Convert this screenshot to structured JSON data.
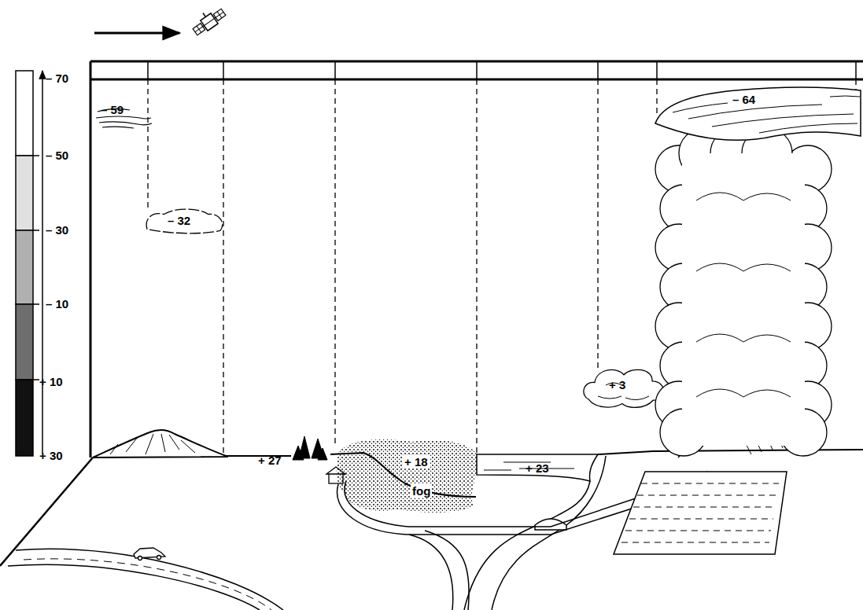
{
  "diagram": {
    "nodes": [
      {
        "text": [
          "– 32"
        ]
      },
      {
        "text": [
          "+ 18",
          "fog"
        ]
      },
      {
        "text": [
          "+ 3"
        ]
      },
      {
        "text": [
          "– 64"
        ]
      }
    ],
    "labels": [
      "– 70",
      "– 50",
      "– 30",
      "– 10",
      "+ 10",
      "+ 30",
      "– 59",
      "+ 27",
      "+ 23"
    ]
  }
}
